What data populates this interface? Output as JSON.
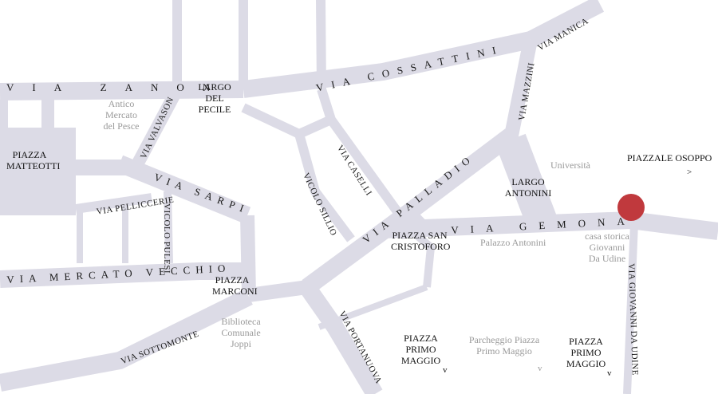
{
  "colors": {
    "road": "#dcdbe6",
    "marker": "#c0393d",
    "label": "#1a1a1a",
    "landmark": "#9a9a9a"
  },
  "streets": {
    "via_zanon": "VIA ZANON",
    "largo_del_pecile": "LARGO DEL PECILE",
    "via_cossattini": "VIA COSSATTINI",
    "via_manica": "VIA MANICA",
    "via_mazzini": "VIA MAZZINI",
    "via_valvason": "VIA VALVASON",
    "via_caselli": "VIA CASELLI",
    "vicolo_sillio": "VICOLO SILLIO",
    "via_sarpi": "VIA SARPI",
    "via_pellicceri": "VIA PELLICCERIE",
    "vicolo_pulesi": "VICOLO PULESI",
    "via_palladio": "VIA PALLADIO",
    "via_gemona": "VIA GEMONA",
    "via_mercato_vecchio": "VIA MERCATO VECCHIO",
    "via_sottomonte": "VIA SOTTOMONTE",
    "via_portanuova": "VIA PORTANUOVA",
    "via_giovanni_da_udine": "VIA GIOVANNI DA UDINE"
  },
  "squares": {
    "piazza_matteotti": "PIAZZA MATTEOTTI",
    "largo_antonini": "LARGO ANTONINI",
    "piazza_san_cristoforo": "PIAZZA SAN CRISTOFORO",
    "piazza_marconi": "PIAZZA MARCONI",
    "piazzale_osoppo": "PIAZZALE OSOPPO",
    "piazza_primo_maggio_left": "PIAZZA PRIMO MAGGIO",
    "piazza_primo_maggio_right": "PIAZZA PRIMO MAGGIO"
  },
  "landmarks": {
    "antico_mercato": "Antico Mercato del Pesce",
    "universita": "Università",
    "palazzo_antonini": "Palazzo Antonini",
    "casa_storica": "casa storica Giovanni Da Udine",
    "biblioteca": "Biblioteca Comunale Joppi",
    "parcheggio": "Parcheggio Piazza Primo Maggio"
  },
  "arrows": {
    "right": ">",
    "down": "v"
  }
}
